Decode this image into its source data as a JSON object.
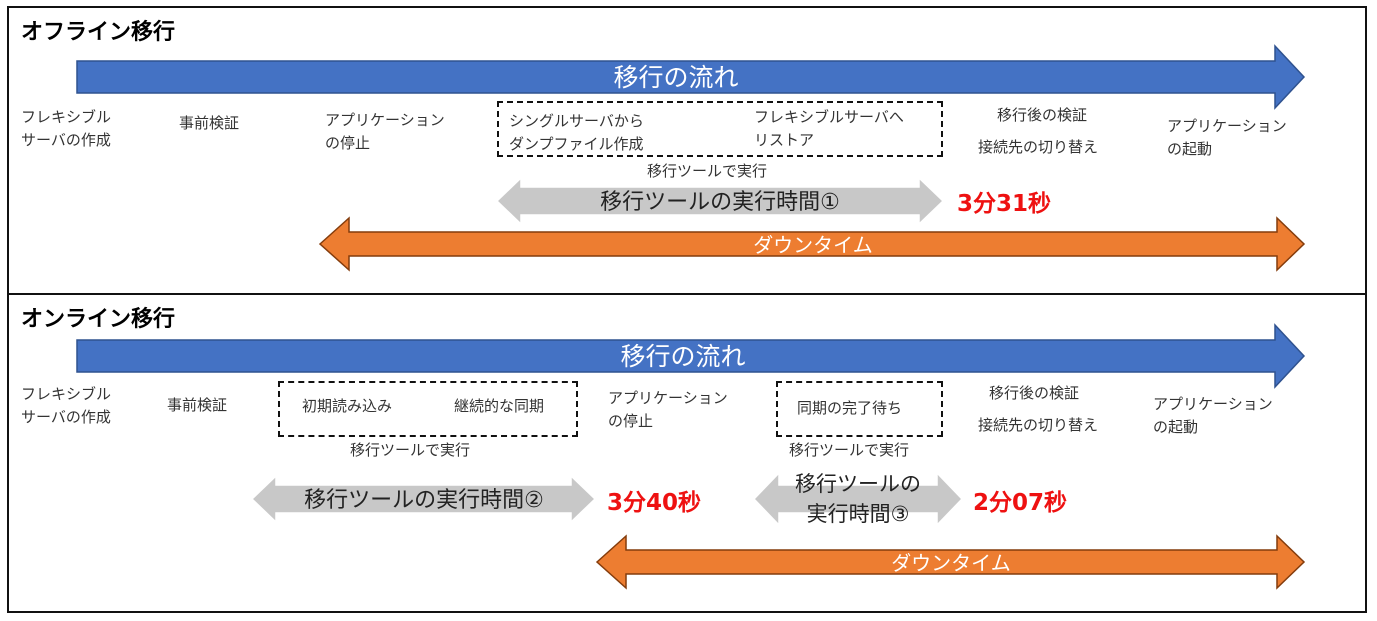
{
  "offline": {
    "title": "オフライン移行",
    "flow_label": "移行の流れ",
    "steps": {
      "create_server": [
        "フレキシブル",
        "サーバの作成"
      ],
      "precheck": "事前検証",
      "stop_app": [
        "アプリケーション",
        "の停止"
      ],
      "dump": [
        "シングルサーバから",
        "ダンプファイル作成"
      ],
      "restore": [
        "フレキシブルサーバへ",
        "リストア"
      ],
      "verify": "移行後の検証",
      "switch": "接続先の切り替え",
      "start_app": [
        "アプリケーション",
        "の起動"
      ]
    },
    "tool_caption": "移行ツールで実行",
    "tool_time_label": "移行ツールの実行時間①",
    "tool_time_value": "3分31秒",
    "downtime_label": "ダウンタイム"
  },
  "online": {
    "title": "オンライン移行",
    "flow_label": "移行の流れ",
    "steps": {
      "create_server": [
        "フレキシブル",
        "サーバの作成"
      ],
      "precheck": "事前検証",
      "initial_load": "初期読み込み",
      "continuous_sync": "継続的な同期",
      "stop_app": [
        "アプリケーション",
        "の停止"
      ],
      "wait_sync": "同期の完了待ち",
      "verify": "移行後の検証",
      "switch": "接続先の切り替え",
      "start_app": [
        "アプリケーション",
        "の起動"
      ]
    },
    "tool_caption_1": "移行ツールで実行",
    "tool_caption_2": "移行ツールで実行",
    "tool_time_label_2": "移行ツールの実行時間②",
    "tool_time_value_2": "3分40秒",
    "tool_time_label_3": [
      "移行ツールの",
      "実行時間③"
    ],
    "tool_time_value_3": "2分07秒",
    "downtime_label": "ダウンタイム"
  },
  "colors": {
    "flow_arrow": "#4472c4",
    "tool_arrow": "#c8c8c8",
    "downtime_arrow": "#ed7d31",
    "time_value": "#ee1111"
  }
}
